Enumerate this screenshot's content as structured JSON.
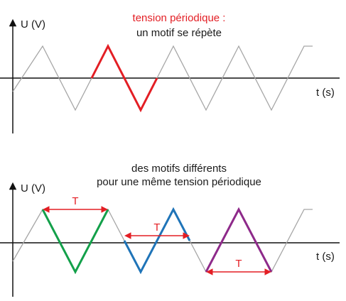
{
  "top": {
    "y_label": "U (V)",
    "x_label": "t (s)",
    "caption_line1": "tension périodique :",
    "caption_line2": "un motif se répète"
  },
  "bottom": {
    "y_label": "U (V)",
    "x_label": "t (s)",
    "caption_line1": "des motifs différents",
    "caption_line2": "pour une même tension périodique",
    "period_labels": [
      "T",
      "T",
      "T"
    ]
  },
  "colors": {
    "axis": "#111111",
    "signal": "#a6a6a6",
    "highlight_top": "#e31e24",
    "green_motif": "#13a04a",
    "blue_motif": "#1f74b8",
    "purple_motif": "#8e2a8a",
    "period_arrow": "#e31e24"
  }
}
